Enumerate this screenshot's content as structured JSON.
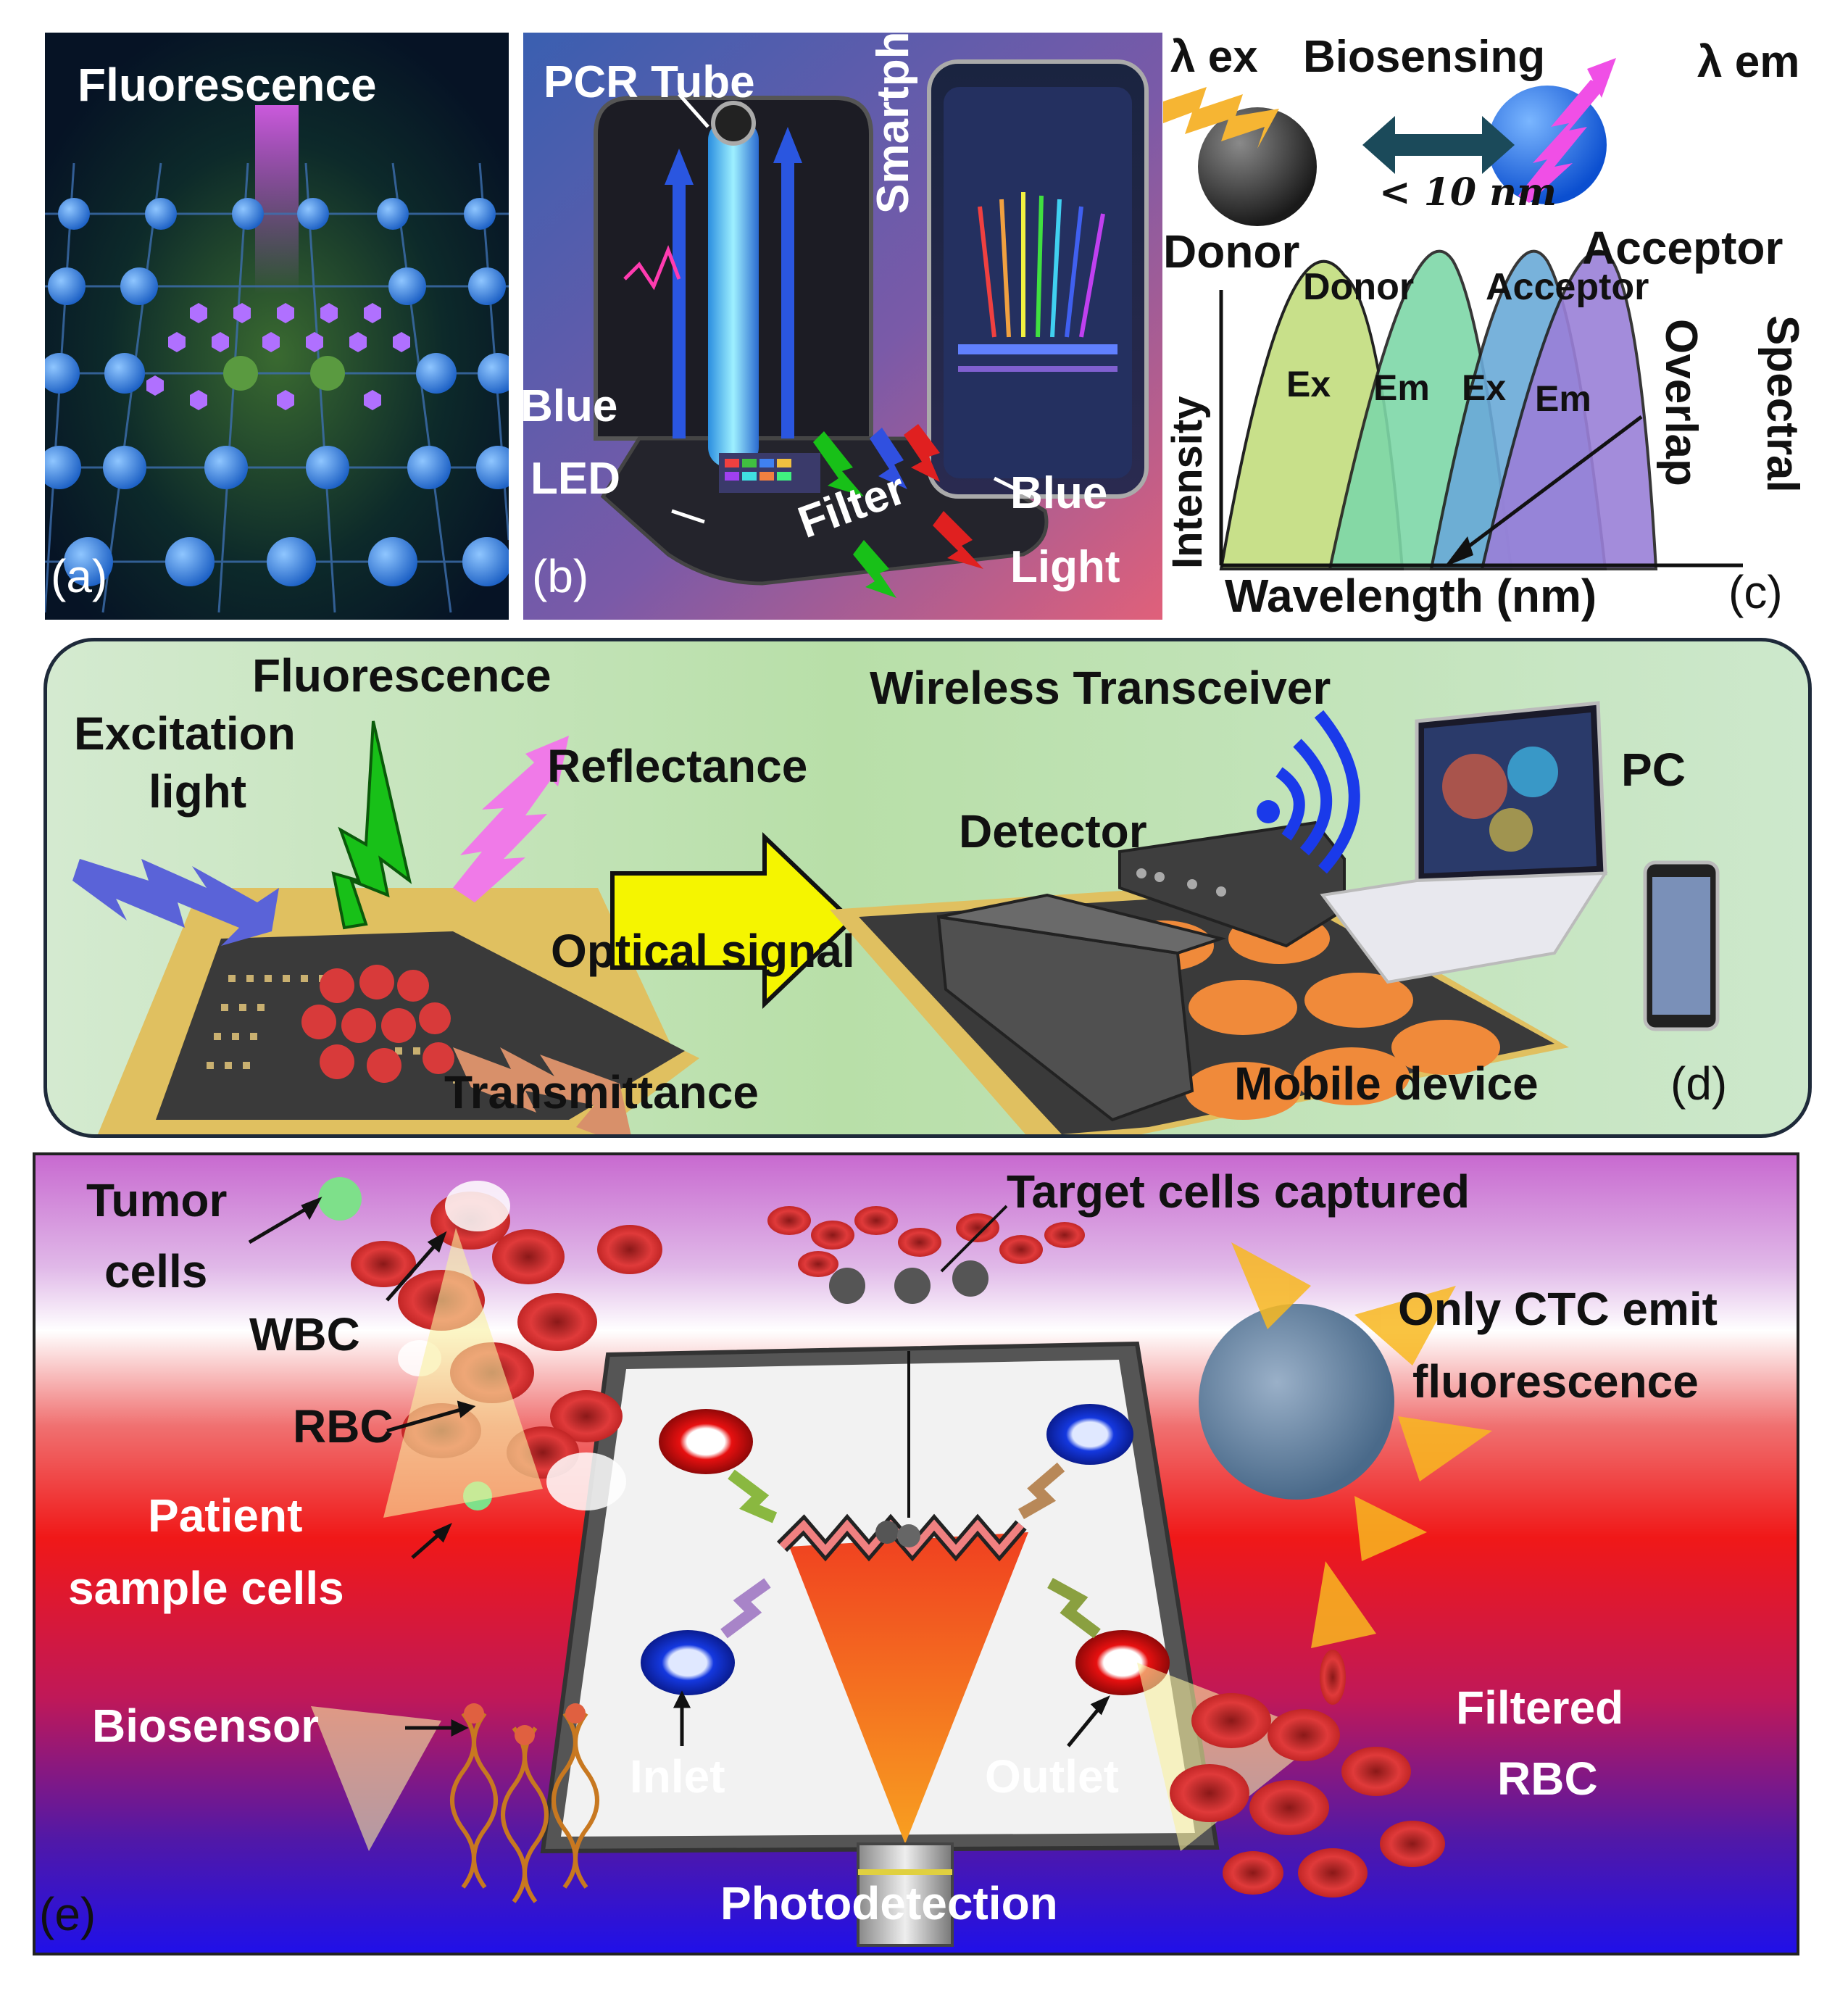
{
  "panel_a": {
    "label": "Fluorescence",
    "tag": "(a)",
    "colors": {
      "bg": "#05101e",
      "node": "#2f7ee0",
      "glow": "#c050e0",
      "hex": "#b070ff"
    }
  },
  "panel_b": {
    "pcr_tube": "PCR Tube",
    "smartphone": "Smartphone",
    "blue": "Blue",
    "led": "LED",
    "filter": "Filter",
    "blue_light_1": "Blue",
    "blue_light_2": "Light",
    "tag": "(b)"
  },
  "panel_c": {
    "lambda_ex": "λ ex",
    "biosensing": "Biosensing",
    "lambda_em": "λ em",
    "distance": "< 10 nm",
    "donor": "Donor",
    "acceptor": "Acceptor",
    "donor_small": "Donor",
    "acceptor_small": "Acceptor",
    "ex1": "Ex",
    "em1": "Em",
    "ex2": "Ex",
    "em2": "Em",
    "y_axis": "Intensity",
    "x_axis": "Wavelength (nm)",
    "overlap": "Overlap",
    "spectral": "Spectral",
    "tag": "(c)"
  },
  "panel_d": {
    "fluorescence": "Fluorescence",
    "excitation_1": "Excitation",
    "excitation_2": "light",
    "reflectance": "Reflectance",
    "optical_signal": "Optical  signal",
    "wireless": "Wireless Transceiver",
    "detector": "Detector",
    "pc": "PC",
    "transmittance": "Transmittance",
    "mobile": "Mobile device",
    "tag": "(d)"
  },
  "panel_e": {
    "tumor_1": "Tumor",
    "tumor_2": "cells",
    "wbc": "WBC",
    "rbc": "RBC",
    "patient_1": "Patient",
    "patient_2": "sample cells",
    "target": "Target  cells captured",
    "ctc_1": "Only CTC emit",
    "ctc_2": "fluorescence",
    "biosensor": "Biosensor",
    "inlet": "Inlet",
    "outlet": "Outlet",
    "filtered_1": "Filtered",
    "filtered_2": "RBC",
    "photodetection": "Photodetection",
    "tag": "(e)"
  }
}
